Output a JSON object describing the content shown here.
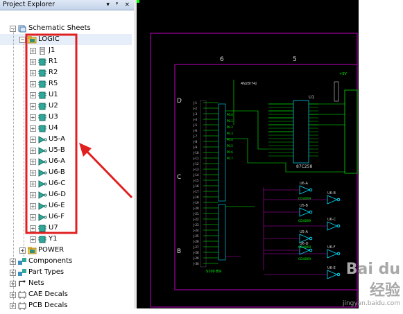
{
  "panel": {
    "title": "Project Explorer",
    "controls": "▾ ᵖ ×"
  },
  "tree": {
    "root": "Schematic Sheets",
    "logic": "LOGIC",
    "logic_items": [
      "J1",
      "R1",
      "R2",
      "R5",
      "U1",
      "U2",
      "U3",
      "U4",
      "U5-A",
      "U5-B",
      "U6-A",
      "U6-B",
      "U6-C",
      "U6-D",
      "U6-E",
      "U6-F",
      "U7",
      "Y1"
    ],
    "power": "POWER",
    "top_items": [
      "Components",
      "Part Types",
      "Nets",
      "CAE Decals",
      "PCB Decals"
    ]
  },
  "schematic": {
    "col_labels": [
      "6",
      "5"
    ],
    "row_labels": [
      "D",
      "C",
      "B"
    ],
    "chip_u1": "U1",
    "chip_u1_name": "87C258",
    "chip_top": "4N28/74J",
    "chip_bottom": "S100 BSI",
    "gates": [
      "U6-A",
      "U6-B",
      "U5-B",
      "U6-C",
      "U5-A",
      "U6-F",
      "U6-D",
      "U6-E"
    ],
    "gate_parts": [
      "CD4069",
      "CD4069",
      "CD4069",
      "CD4069"
    ],
    "vcc": "+5V",
    "nets": [
      "P0.0",
      "P0.1",
      "P0.2",
      "P0.3",
      "P0.4",
      "P0.5",
      "P0.6",
      "P0.7"
    ]
  },
  "colors": {
    "schematic_bg": "#000000",
    "border": "#c000c0",
    "wire": "#00ff00",
    "part": "#00e0ff",
    "text": "#d8d8d8",
    "highlight": "#e02020"
  },
  "watermark": {
    "brand": "Bai du 经验",
    "url": "jingyan.baidu.com"
  }
}
